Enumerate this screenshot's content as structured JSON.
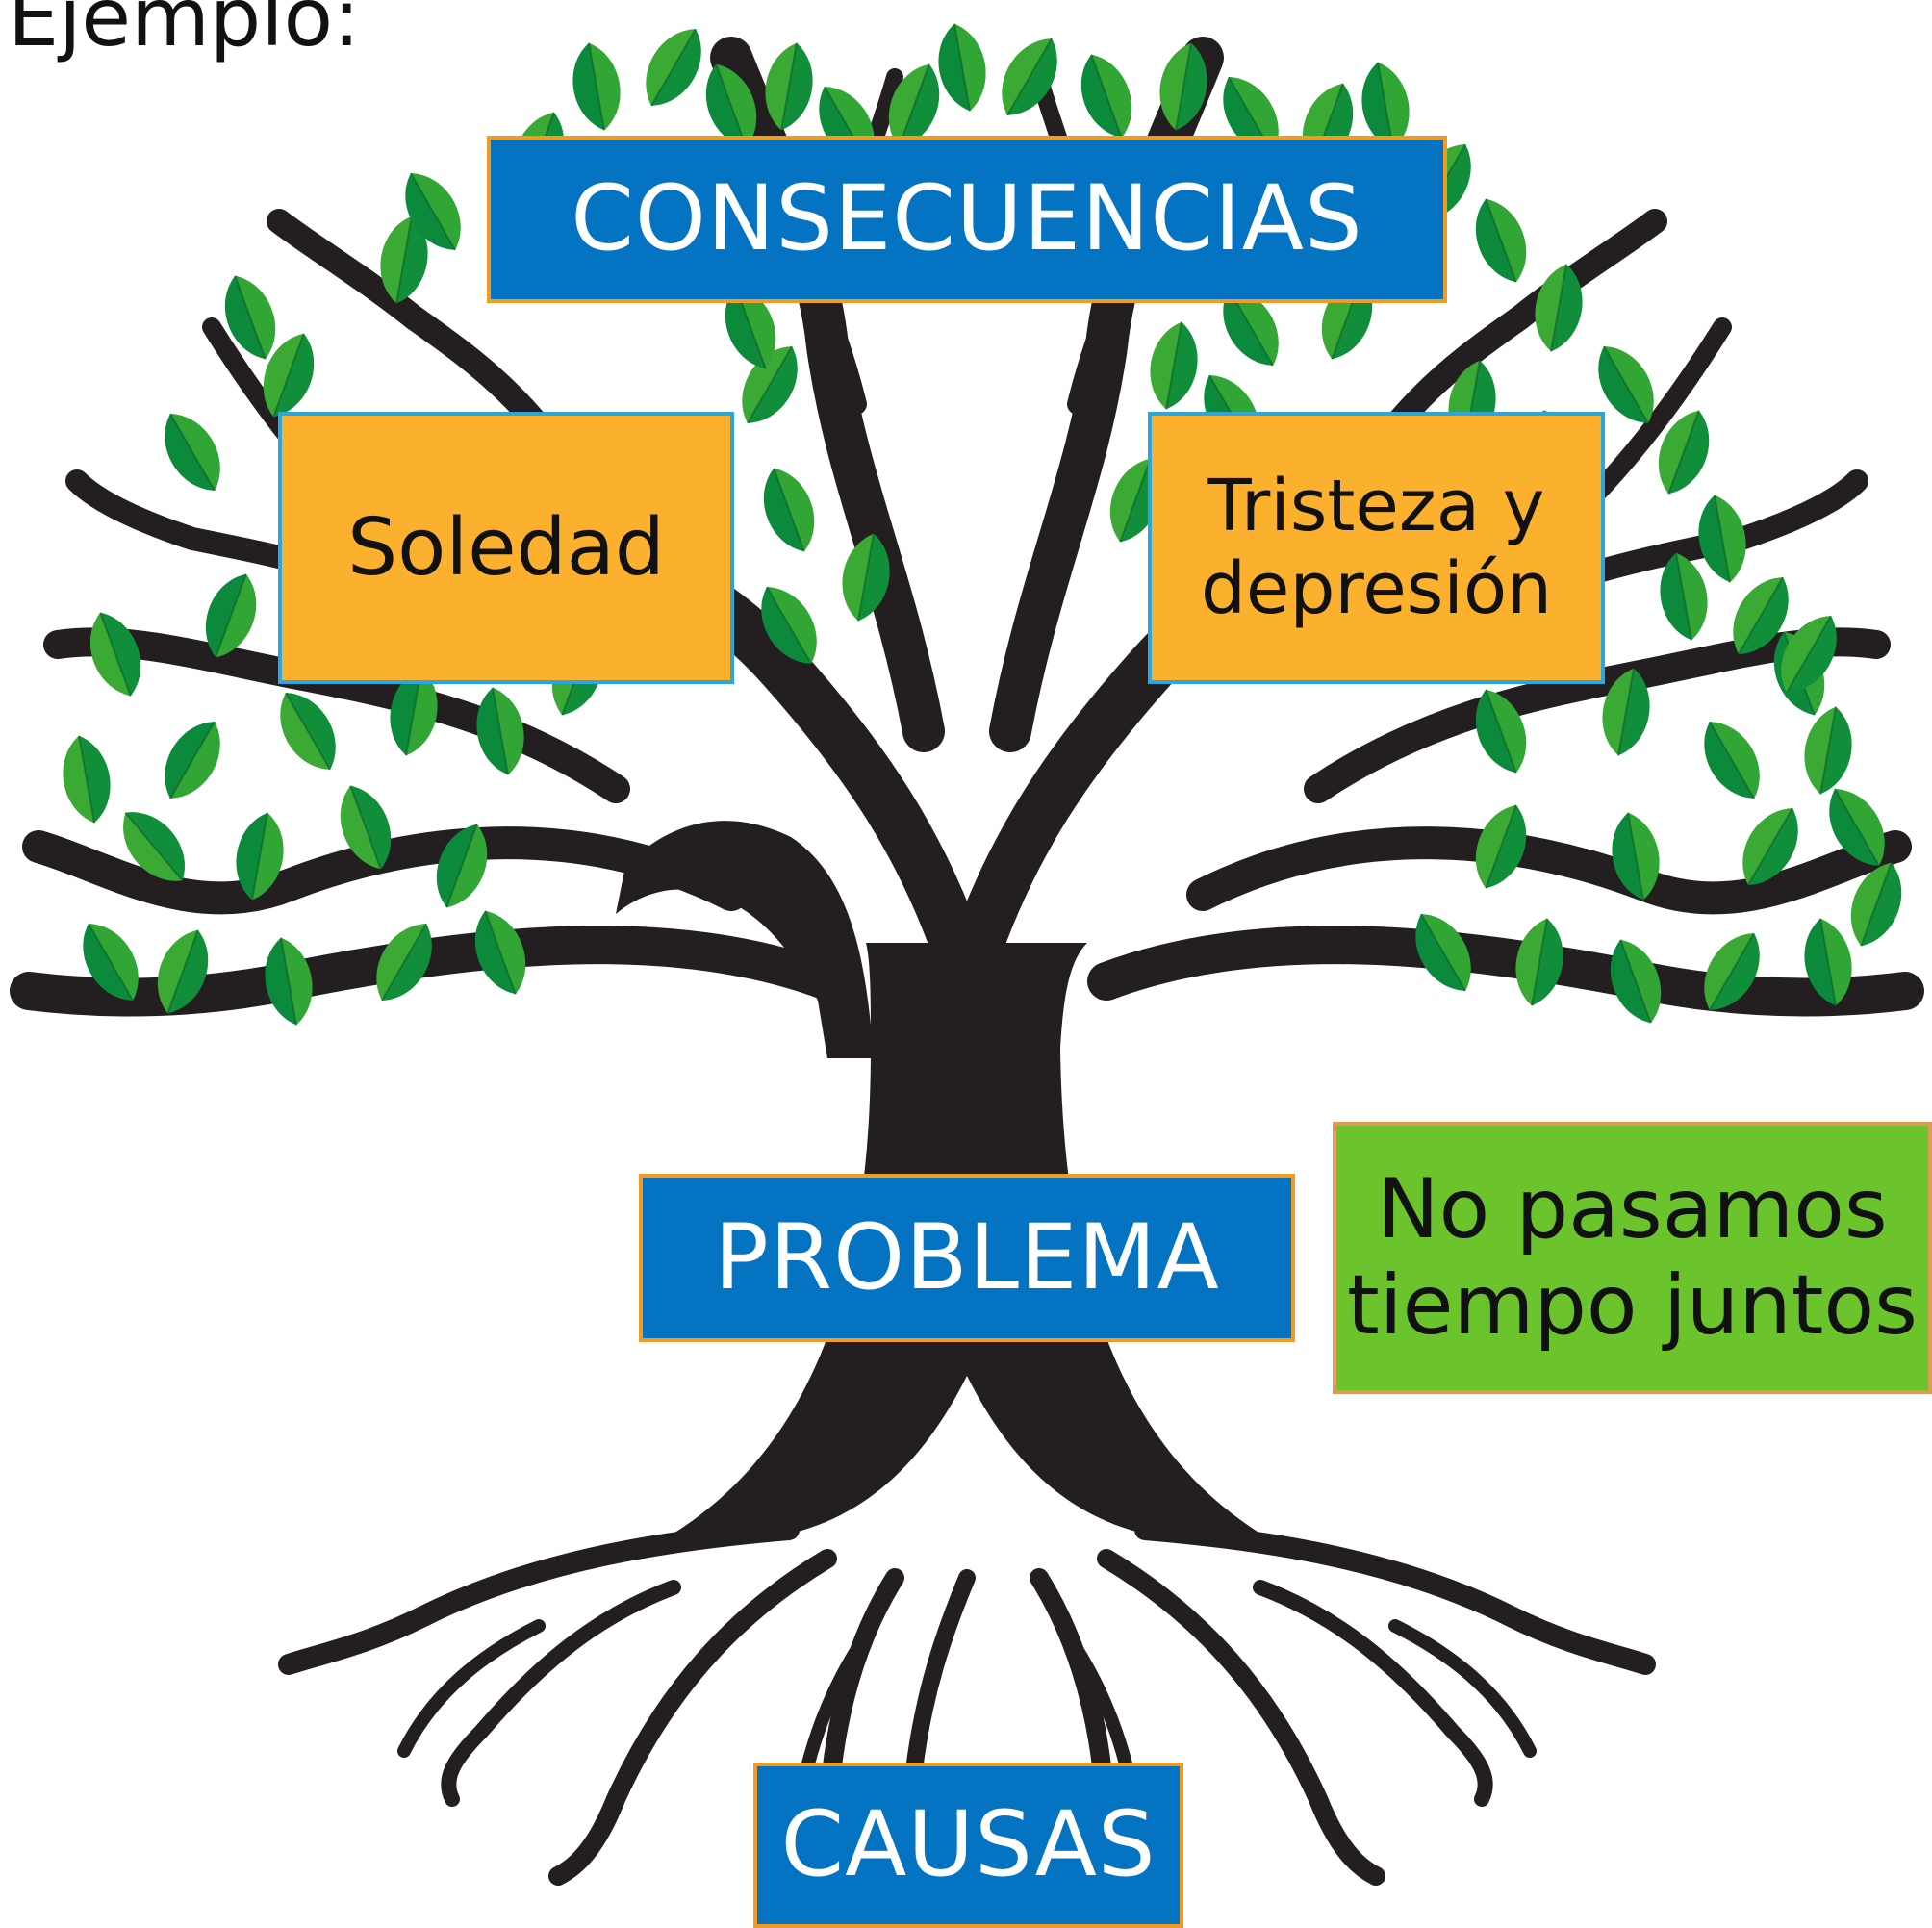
{
  "heading": "Ejemplo:",
  "labels": {
    "consequences": "CONSECUENCIAS",
    "problem": "PROBLEMA",
    "causes": "CAUSAS"
  },
  "consequences": [
    {
      "lines": [
        "Soledad"
      ]
    },
    {
      "lines": [
        "Tristeza y",
        "depresión"
      ]
    }
  ],
  "problem_statement": {
    "lines": [
      "No pasamos",
      "tiempo juntos"
    ]
  },
  "colors": {
    "trunk": "#231f20",
    "leaf_light": "#3aaa35",
    "leaf_dark": "#0a8a3a",
    "label_blue": "#0473c2",
    "label_border_orange": "#f29a21",
    "consequence_fill": "#fbb02e",
    "consequence_border": "#2aa6e0",
    "problem_fill": "#6cc42c",
    "problem_border": "#e09a57"
  }
}
